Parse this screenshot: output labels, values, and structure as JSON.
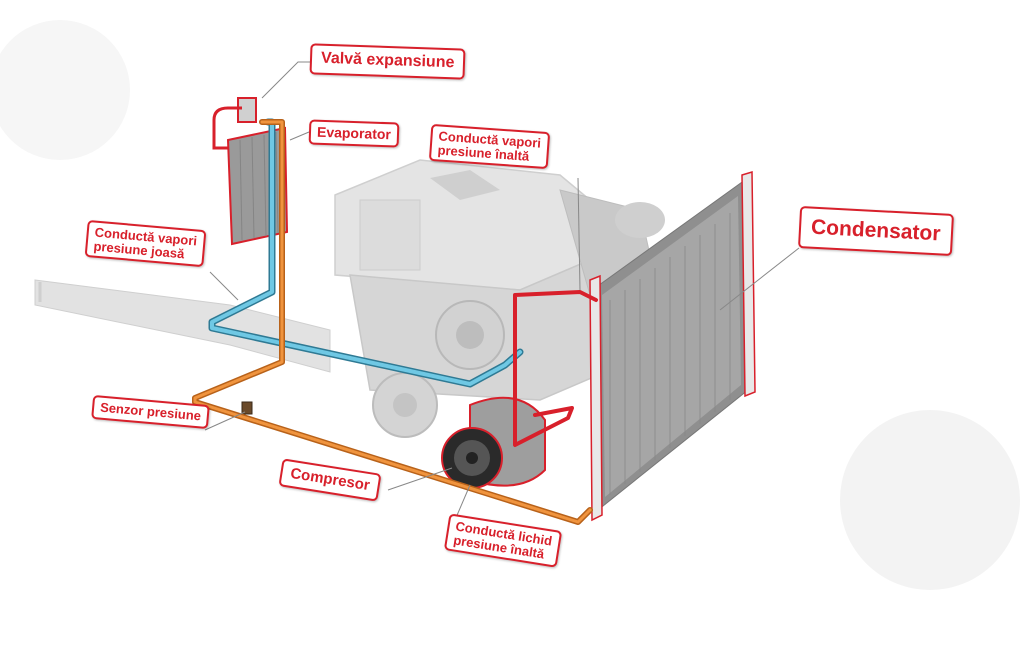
{
  "labels": {
    "valva_expansiune": "Valvă expansiune",
    "evaporator": "Evaporator",
    "conducta_vapori_inalta": [
      "Conductă vapori",
      "presiune înaltă"
    ],
    "condensator": "Condensator",
    "conducta_vapori_joasa": [
      "Conductă vapori",
      "presiune joasă"
    ],
    "senzor_presiune": "Senzor presiune",
    "compresor": "Compresor",
    "conducta_lichid_inalta": [
      "Conductă lichid",
      "presiune înaltă"
    ]
  },
  "colors": {
    "label_border": "#d8202b",
    "low_pressure_vapor_line": "#4fb3d4",
    "high_pressure_liquid_line": "#e8842c",
    "high_pressure_vapor_line": "#d8202b",
    "engine_gray": "#d9d9d9"
  }
}
